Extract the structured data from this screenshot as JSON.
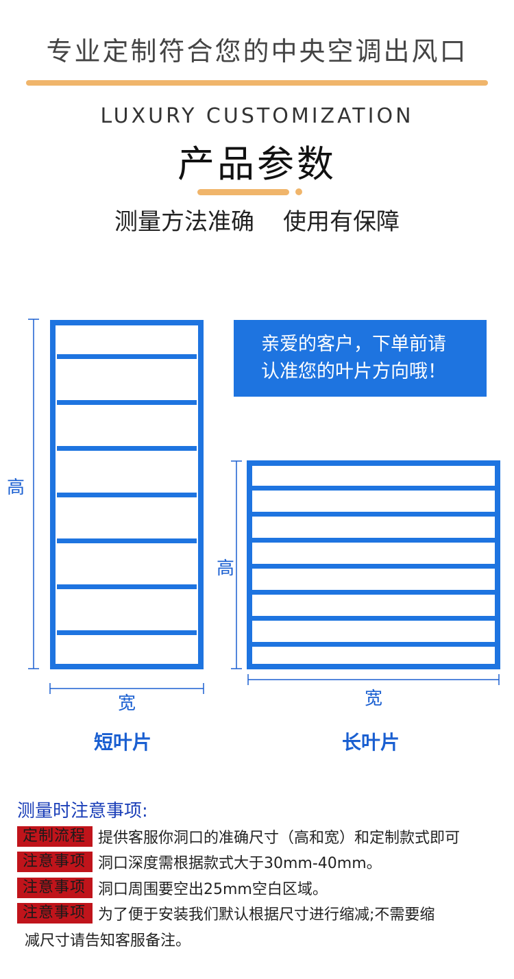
{
  "header": {
    "top_title": "专业定制符合您的中央空调出风口",
    "en_title": "LUXURY CUSTOMIZATION",
    "cn_title": "产品参数",
    "slogan_left": "测量方法准确",
    "slogan_right": "使用有保障"
  },
  "diagram": {
    "short": {
      "height_label": "高",
      "width_label": "宽",
      "caption": "短叶片"
    },
    "long": {
      "height_label": "高",
      "width_label": "宽",
      "caption": "长叶片"
    },
    "tip_line1": "亲爱的客户，下单前请",
    "tip_line2": "认准您的叶片方向哦！",
    "accent_color": "#1e74e0"
  },
  "notes": {
    "title": "测量时注意事项:",
    "items": [
      {
        "tag": "定制流程",
        "text": "提供客服你洞口的准确尺寸（高和宽）和定制款式即可"
      },
      {
        "tag": "注意事项",
        "text": "洞口深度需根据款式大于30mm-40mm。"
      },
      {
        "tag": "注意事项",
        "text": "洞口周围要空出25mm空白区域。"
      },
      {
        "tag": "注意事项",
        "text": "为了便于安装我们默认根据尺寸进行缩减;不需要缩"
      }
    ],
    "continuation": "减尺寸请告知客服备注。",
    "tag_color": "#c0141b"
  }
}
